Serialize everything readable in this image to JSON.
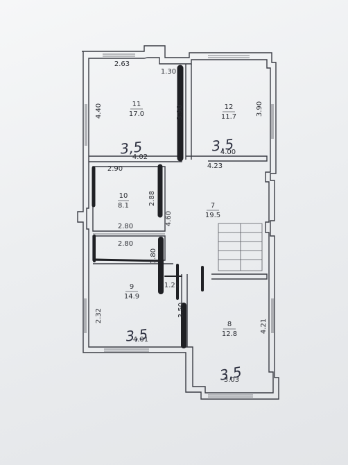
{
  "rooms": [
    {
      "id": "11",
      "area": "17.0"
    },
    {
      "id": "12",
      "area": "11.7"
    },
    {
      "id": "10",
      "area": "8.1"
    },
    {
      "id": "7",
      "area": "19.5"
    },
    {
      "id": "9",
      "area": "14.9"
    },
    {
      "id": "8",
      "area": "12.8"
    }
  ],
  "dimensions": {
    "d_263": "2.63",
    "d_130": "1.30",
    "d_440": "4.40",
    "d_390_room11": "3.90",
    "d_390_room12": "3.90",
    "d_402": "4.02",
    "d_400": "4.00",
    "d_423": "4.23",
    "d_290": "2.90",
    "d_288": "2.88",
    "d_460": "4.60",
    "d_280_a": "2.80",
    "d_280_b": "2.80",
    "d_180": "1.80",
    "d_121": "1.21",
    "d_232": "2.32",
    "d_350": "3.50",
    "d_421": "4.21",
    "d_401": "4.01",
    "d_303": "3.03"
  },
  "handwritten": [
    "3,5",
    "3,5",
    "3,5",
    "3,5"
  ]
}
